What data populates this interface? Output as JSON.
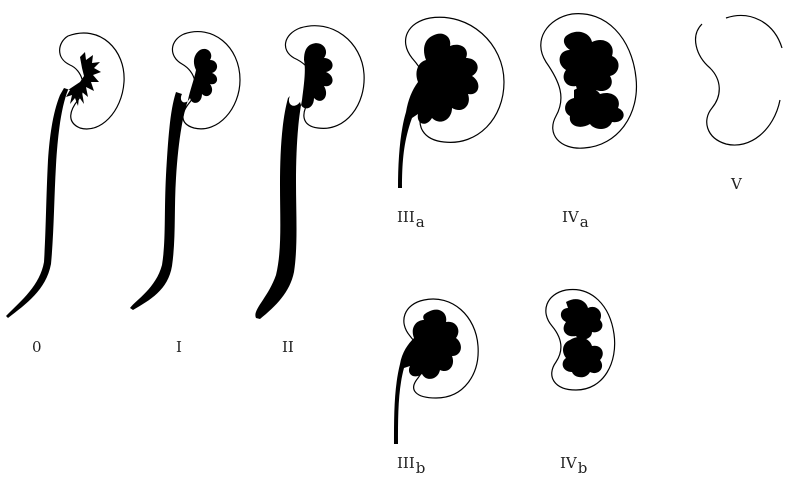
{
  "grades": [
    {
      "id": "g0",
      "main": "0",
      "sub": ""
    },
    {
      "id": "g1",
      "main": "I",
      "sub": ""
    },
    {
      "id": "g2",
      "main": "II",
      "sub": ""
    },
    {
      "id": "g3a",
      "main": "III",
      "sub": "a"
    },
    {
      "id": "g4a",
      "main": "IV",
      "sub": "a"
    },
    {
      "id": "g5",
      "main": "V",
      "sub": ""
    },
    {
      "id": "g3b",
      "main": "III",
      "sub": "b"
    },
    {
      "id": "g4b",
      "main": "IV",
      "sub": "b"
    }
  ]
}
